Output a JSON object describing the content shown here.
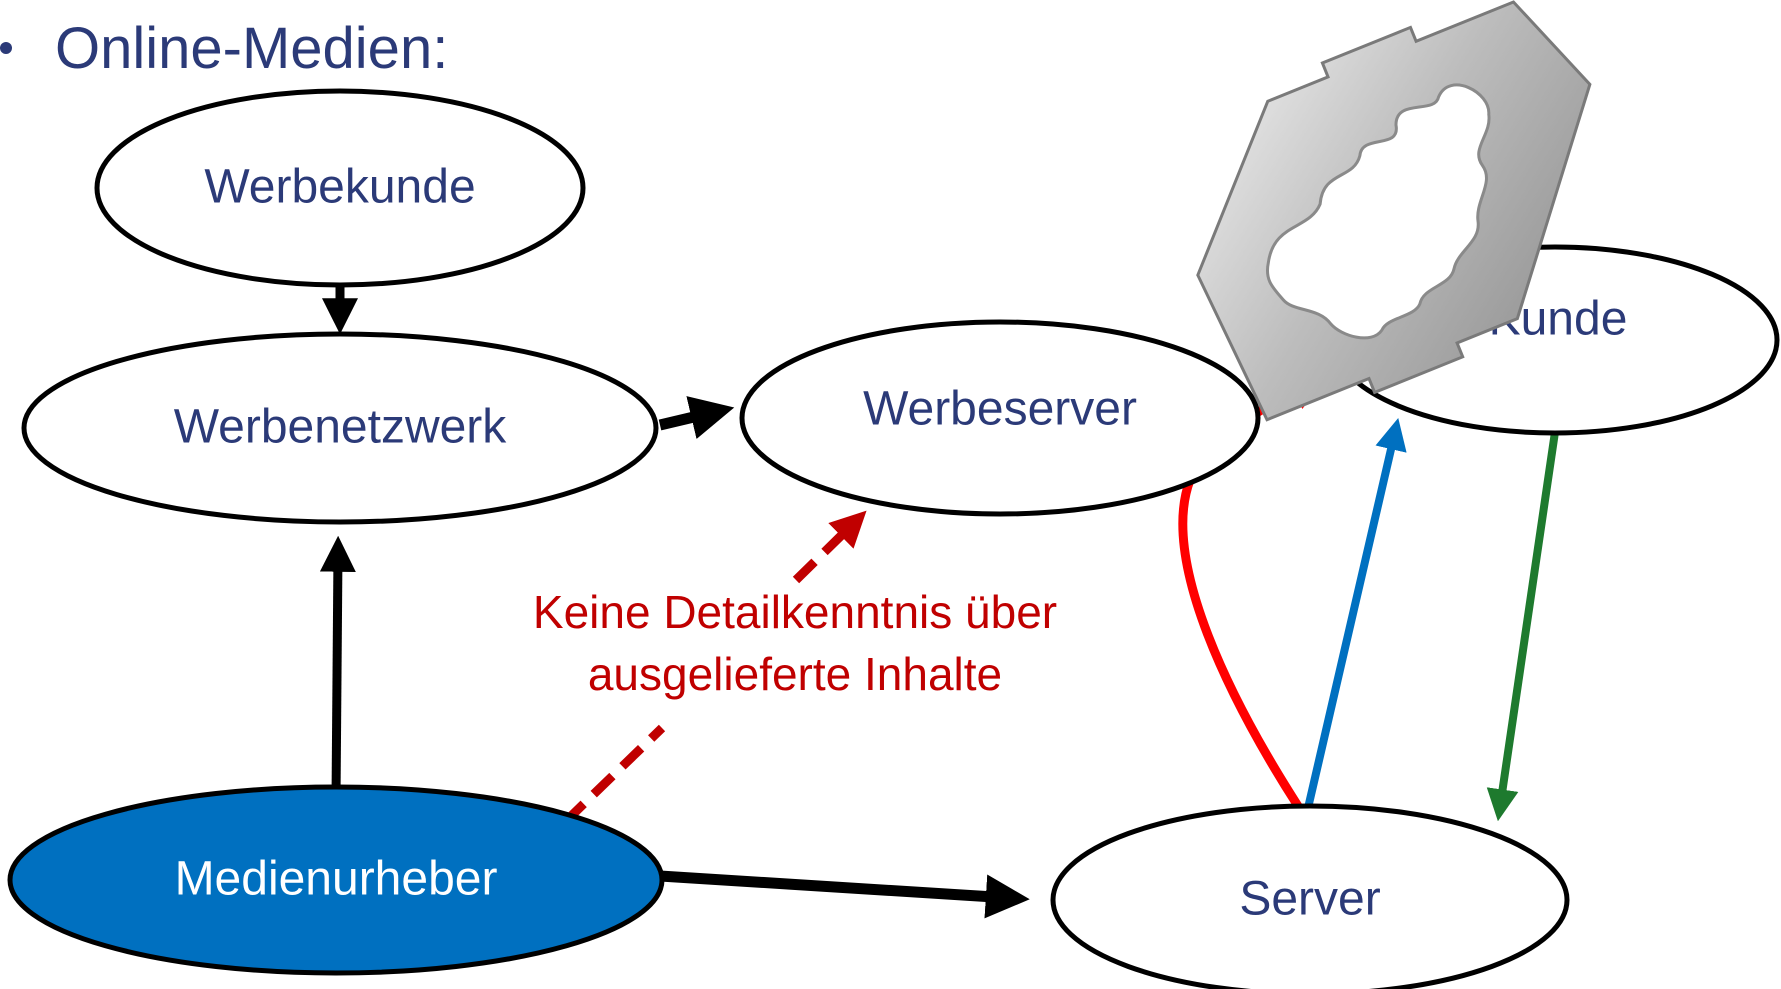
{
  "heading": {
    "bullet": "•",
    "text": "Online-Medien:"
  },
  "nodes": {
    "werbekunde": "Werbekunde",
    "werbenetzwerk": "Werbenetzwerk",
    "werbeserver": "Werbeserver",
    "kunde": "Kunde",
    "medienurheber": "Medienurheber",
    "server": "Server"
  },
  "annotation": {
    "line1": "Keine Detailkenntnis über",
    "line2": "ausgelieferte Inhalte"
  },
  "colors": {
    "text": "#2b3a78",
    "node_fill_highlight": "#0070c0",
    "annotation_red": "#c00000",
    "arrow_red": "#ff0000",
    "arrow_blue": "#0070c0",
    "arrow_green": "#1e7a2e",
    "arrow_black": "#000000"
  },
  "icons": {
    "razor_blade": "razor-blade-icon"
  }
}
